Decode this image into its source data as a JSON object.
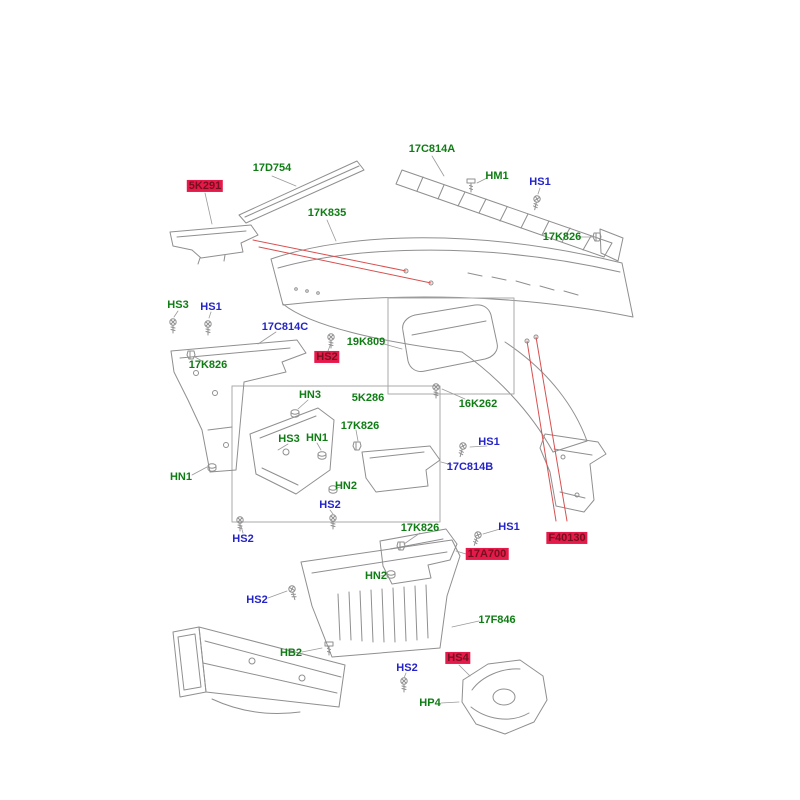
{
  "diagram": {
    "type": "exploded-parts-diagram",
    "subject": "rear bumper assembly parts schematic",
    "colors": {
      "background": "#ffffff",
      "label_green": "#0f7d14",
      "label_blue": "#2424c8",
      "highlight_bg": "#e6194b",
      "highlight_text": "#74101f",
      "line_gray": "#8f8f8f",
      "leader_red": "#d85050"
    },
    "labels": [
      {
        "text": "17D754",
        "style": "green"
      },
      {
        "text": "17C814A",
        "style": "green"
      },
      {
        "text": "HM1",
        "style": "green"
      },
      {
        "text": "HS1",
        "style": "blue"
      },
      {
        "text": "5K291",
        "style": "highlight"
      },
      {
        "text": "17K835",
        "style": "green"
      },
      {
        "text": "17K826",
        "style": "green"
      },
      {
        "text": "HS3",
        "style": "green"
      },
      {
        "text": "HS1",
        "style": "blue"
      },
      {
        "text": "17C814C",
        "style": "blue"
      },
      {
        "text": "HS2",
        "style": "highlight"
      },
      {
        "text": "17K826",
        "style": "green"
      },
      {
        "text": "19K809",
        "style": "green"
      },
      {
        "text": "HN3",
        "style": "green"
      },
      {
        "text": "5K286",
        "style": "green"
      },
      {
        "text": "16K262",
        "style": "green"
      },
      {
        "text": "17K826",
        "style": "green"
      },
      {
        "text": "HS3",
        "style": "green"
      },
      {
        "text": "HN1",
        "style": "green"
      },
      {
        "text": "HS1",
        "style": "blue"
      },
      {
        "text": "17C814B",
        "style": "blue"
      },
      {
        "text": "HN1",
        "style": "green"
      },
      {
        "text": "HN2",
        "style": "green"
      },
      {
        "text": "HS2",
        "style": "blue"
      },
      {
        "text": "HS2",
        "style": "blue"
      },
      {
        "text": "17K826",
        "style": "green"
      },
      {
        "text": "HS1",
        "style": "blue"
      },
      {
        "text": "17A700",
        "style": "highlight"
      },
      {
        "text": "F40130",
        "style": "highlight"
      },
      {
        "text": "HN2",
        "style": "green"
      },
      {
        "text": "HS2",
        "style": "blue"
      },
      {
        "text": "17F846",
        "style": "green"
      },
      {
        "text": "HB2",
        "style": "green"
      },
      {
        "text": "HS2",
        "style": "blue"
      },
      {
        "text": "HS4",
        "style": "highlight"
      },
      {
        "text": "HP4",
        "style": "green"
      }
    ]
  }
}
